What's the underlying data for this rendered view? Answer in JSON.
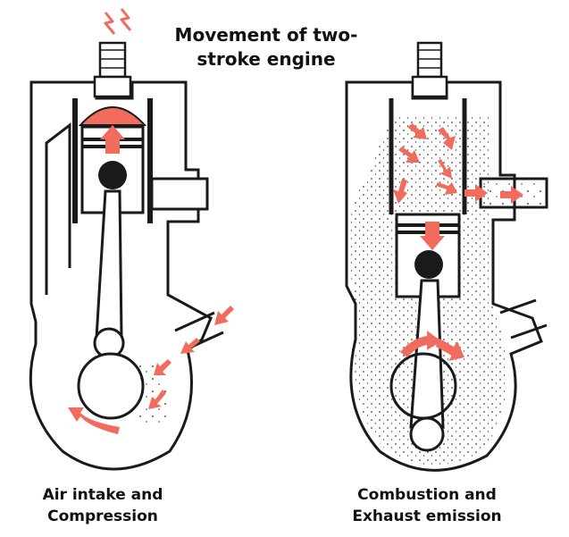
{
  "title": {
    "line1": "Movement of two-",
    "line2": "stroke engine"
  },
  "captions": {
    "left": {
      "line1": "Air intake and",
      "line2": "Compression"
    },
    "right": {
      "line1": "Combustion and",
      "line2": "Exhaust emission"
    }
  },
  "colors": {
    "outline": "#1a1a1a",
    "arrow": "#f26c5e",
    "combustion": "#f26c5e",
    "spark": "#f26c5e"
  },
  "icons": {
    "spark": "lightning-bolt-icon",
    "flow": "arrow-icon"
  }
}
